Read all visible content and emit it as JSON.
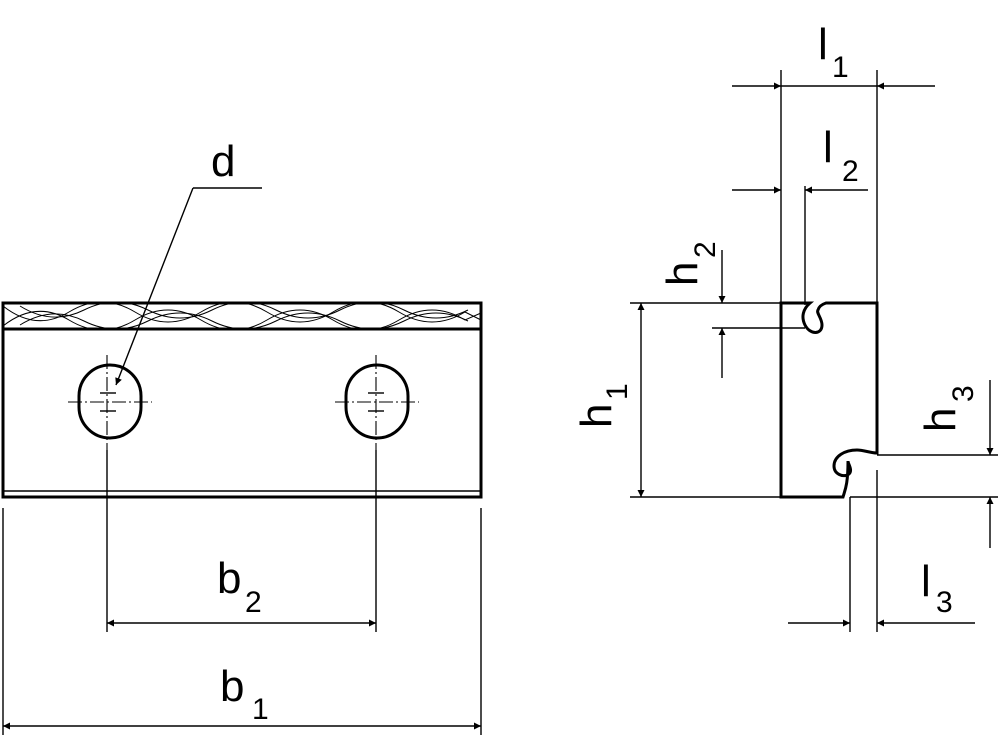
{
  "labels": {
    "d": {
      "main": "d",
      "sub": ""
    },
    "b1": {
      "main": "b",
      "sub": "1"
    },
    "b2": {
      "main": "b",
      "sub": "2"
    },
    "h1": {
      "main": "h",
      "sub": "1"
    },
    "h2": {
      "main": "h",
      "sub": "2"
    },
    "h3": {
      "main": "h",
      "sub": "3"
    },
    "l1": {
      "main": "l",
      "sub": "1"
    },
    "l2": {
      "main": "l",
      "sub": "2"
    },
    "l3": {
      "main": "l",
      "sub": "3"
    }
  },
  "colors": {
    "line": "#000000",
    "background": "#ffffff"
  }
}
